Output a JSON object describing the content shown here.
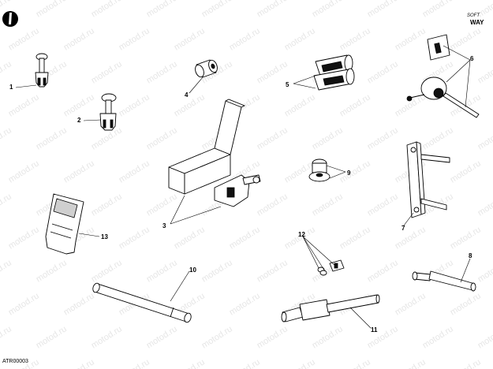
{
  "watermark": "motod.ru",
  "brand": {
    "line1": "SOFT",
    "line2": "WAY"
  },
  "figure_code": "ATR00003",
  "callouts": {
    "c1": "1",
    "c2": "2",
    "c3": "3",
    "c4": "4",
    "c5": "5",
    "c6": "6",
    "c7": "7",
    "c8": "8",
    "c9": "9",
    "c10": "10",
    "c11": "11",
    "c12": "12",
    "c13": "13"
  },
  "icons": {
    "corner_logo": "logo-mark-icon"
  }
}
